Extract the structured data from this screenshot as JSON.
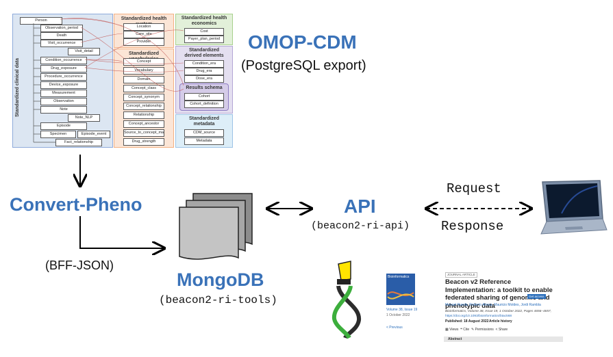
{
  "omop": {
    "title": "OMOP-CDM",
    "subtitle": "(PostgreSQL export)",
    "clinical_label": "Standardized clinical data",
    "clinical_tables": [
      "Person",
      "Observation_period",
      "Death",
      "Visit_occurrence",
      "Visit_detail",
      "Condition_occurrence",
      "Drug_exposure",
      "Procedure_occurrence",
      "Device_exposure",
      "Measurement",
      "Observation",
      "Note",
      "Note_NLP",
      "Episode",
      "Specimen",
      "Episode_event",
      "Fact_relationship"
    ],
    "health_system": {
      "title": "Standardized health system",
      "items": [
        "Location",
        "Care_site",
        "Provider"
      ]
    },
    "vocab": {
      "title": "Standardized vocabularies",
      "items": [
        "Concept",
        "Vocabulary",
        "Domain",
        "Concept_class",
        "Concept_synonym",
        "Concept_relationship",
        "Relationship",
        "Concept_ancestor",
        "Source_to_concept_map",
        "Drug_strength"
      ]
    },
    "economics": {
      "title": "Standardized health economics",
      "items": [
        "Cost",
        "Payer_plan_period"
      ]
    },
    "derived": {
      "title": "Standardized derived elements",
      "items": [
        "Condition_era",
        "Drug_era",
        "Dose_era"
      ]
    },
    "results": {
      "title": "Results schema",
      "items": [
        "Cohort",
        "Cohort_definition"
      ]
    },
    "metadata": {
      "title": "Standardized metadata",
      "items": [
        "CDM_source",
        "Metadata"
      ]
    }
  },
  "convert": {
    "title": "Convert-Pheno",
    "format": "(BFF-JSON)"
  },
  "mongo": {
    "title": "MongoDB",
    "sub": "(beacon2-ri-tools)"
  },
  "api": {
    "title": "API",
    "sub": "(beacon2-ri-api)"
  },
  "exchange": {
    "request": "Request",
    "response": "Response"
  },
  "journal": {
    "name": "Bioinformatics",
    "volume": "Volume 38, Issue 19",
    "date": "1 October 2022",
    "prev": "< Previous"
  },
  "paper": {
    "tag": "JOURNAL ARTICLE",
    "title": "Beacon v2 Reference Implementation: a toolkit to enable federated sharing of genomic and phenotypic data",
    "access": "Get access",
    "authors": "Manuel Rueda, Roberto Ariosa, Mauricio Moldes, Jordi Rambla",
    "citation": "Bioinformatics, Volume 38, Issue 19, 1 October 2022, Pages 4656–4657,",
    "doi": "https://doi.org/10.1093/bioinformatics/btac568",
    "published": "Published: 18 August 2022",
    "history": "Article history",
    "actions": [
      "Views",
      "Cite",
      "Permissions",
      "Share"
    ],
    "abstract": "Abstract"
  },
  "colors": {
    "blue": "#3a72b8",
    "clinical_bg": "#dce6f2",
    "vocab_bg": "#fbe5d6",
    "econ_bg": "#e2f0d9",
    "derived_bg": "#e4dff0",
    "meta_bg": "#ddeef8",
    "edges": "#c0504d"
  }
}
